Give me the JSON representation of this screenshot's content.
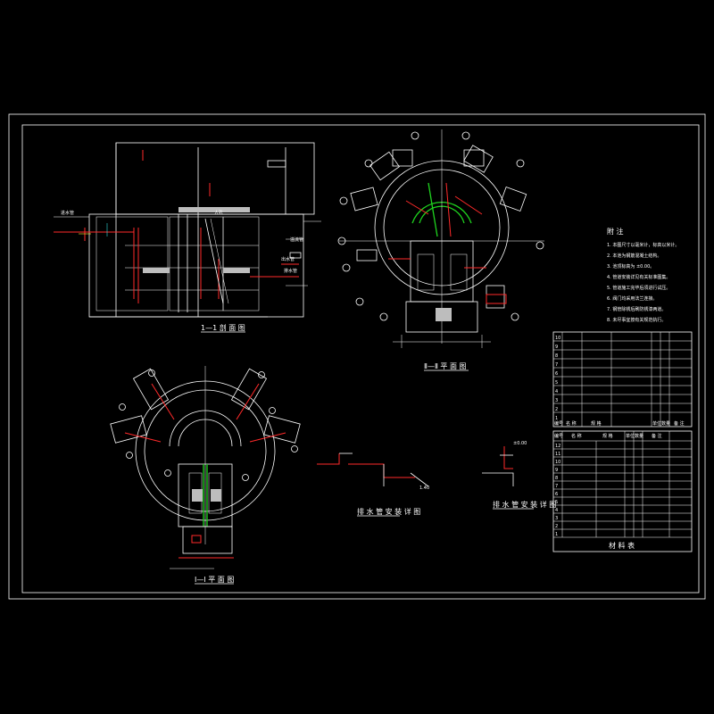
{
  "drawing": {
    "colors": {
      "background": "#000000",
      "line": "#ffffff",
      "red": "#ff2a2a",
      "green": "#1fd41f",
      "yellow": "#ffee33",
      "cyan": "#33e0e0"
    },
    "views": {
      "section_1_1": "1—1 剖 面 图",
      "plan_upper": "Ⅱ—Ⅱ 平 面 图",
      "plan_lower": "Ⅰ—Ⅰ 平 面 图",
      "detail_left": "排 水 管 安 装 详 图",
      "detail_right": "排 水 管 安 装 详 图"
    },
    "notes": {
      "heading": "附 注",
      "items": [
        "1. 本图尺寸以毫米计，标高以米计。",
        "2. 本池为钢筋混凝土结构。",
        "3. 池顶标高为 ±0.00。",
        "4. 管道安装详见有关标准图集。",
        "5. 管道施工完毕后须进行试压。",
        "6. 阀门均采用法兰连接。",
        "7. 钢管除锈后刷防锈漆两道。",
        "8. 未尽事宜按有关规范执行。"
      ]
    },
    "table_upper": {
      "rows": [
        "1",
        "2",
        "3",
        "4",
        "5",
        "6",
        "7",
        "8",
        "9",
        "10"
      ],
      "header": [
        "编号",
        "名 称",
        "规 格",
        "单位",
        "数量",
        "备 注"
      ]
    },
    "table_lower": {
      "rows": [
        "1",
        "2",
        "3",
        "4",
        "5",
        "6",
        "7",
        "8",
        "9",
        "10",
        "11",
        "12"
      ],
      "header": [
        "编号",
        "名 称",
        "规 格",
        "单位",
        "数量",
        "备 注"
      ],
      "title": "材 料 表"
    }
  }
}
